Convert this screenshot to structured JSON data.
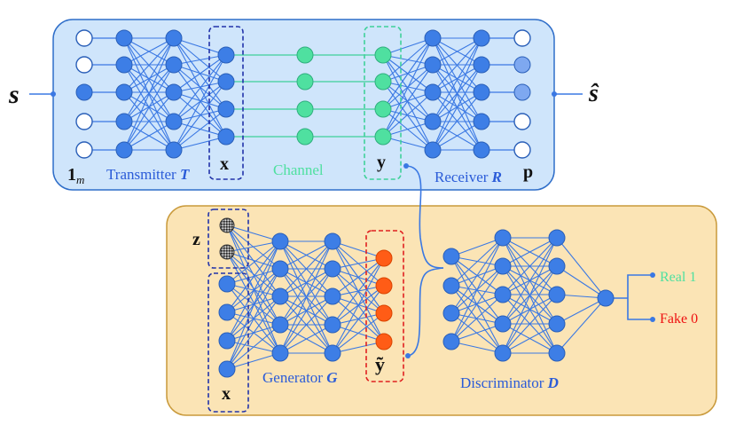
{
  "labels": {
    "input_symbol": "s",
    "output_symbol": "ŝ",
    "one_hot": "1",
    "one_hot_sub": "m",
    "transmitter": "Transmitter ",
    "transmitter_sym": "T",
    "x_top": "x",
    "channel": "Channel",
    "y": "y",
    "receiver": "Receiver ",
    "receiver_sym": "R",
    "p": "p",
    "z": "z",
    "x_bottom": "x",
    "generator": "Generator ",
    "generator_sym": "G",
    "y_tilde": "ỹ",
    "discriminator": "Discriminator ",
    "discriminator_sym": "D",
    "real": "Real 1",
    "fake": "Fake 0"
  },
  "colors": {
    "top_panel_fill": "#cfe5fb",
    "top_panel_stroke": "#2f6ec9",
    "bottom_panel_fill": "#fbe4b5",
    "bottom_panel_stroke": "#c99a3b",
    "node_blue": "#3d7ee6",
    "node_stroke": "#2a5fb8",
    "node_green": "#4fe0a0",
    "node_orange": "#ff5c16",
    "edge_blue": "#3a78e3",
    "edge_green": "#3fd19a",
    "label_blue": "#2a5bd8",
    "label_green": "#4fe0a0",
    "label_red": "#ee1111",
    "box_blue": "#2233aa",
    "box_green": "#3fd19a",
    "box_red": "#e02020"
  }
}
